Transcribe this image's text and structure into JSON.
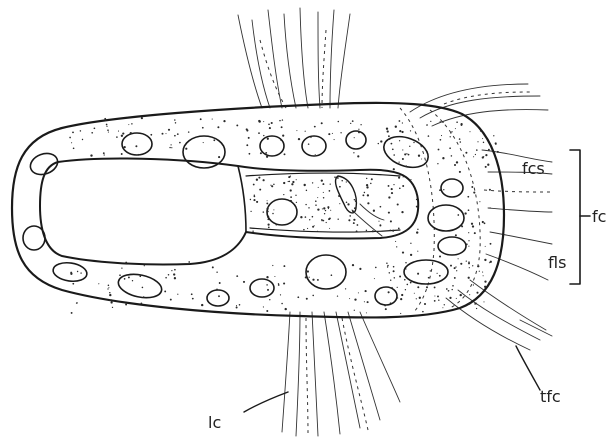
{
  "labels": {
    "fcs": "fcs",
    "fls": "fls",
    "fc": "fc",
    "tfc": "tfc",
    "lc": "lc"
  },
  "colors": {
    "ink": "#1a1a1a",
    "paper": "#ffffff"
  }
}
